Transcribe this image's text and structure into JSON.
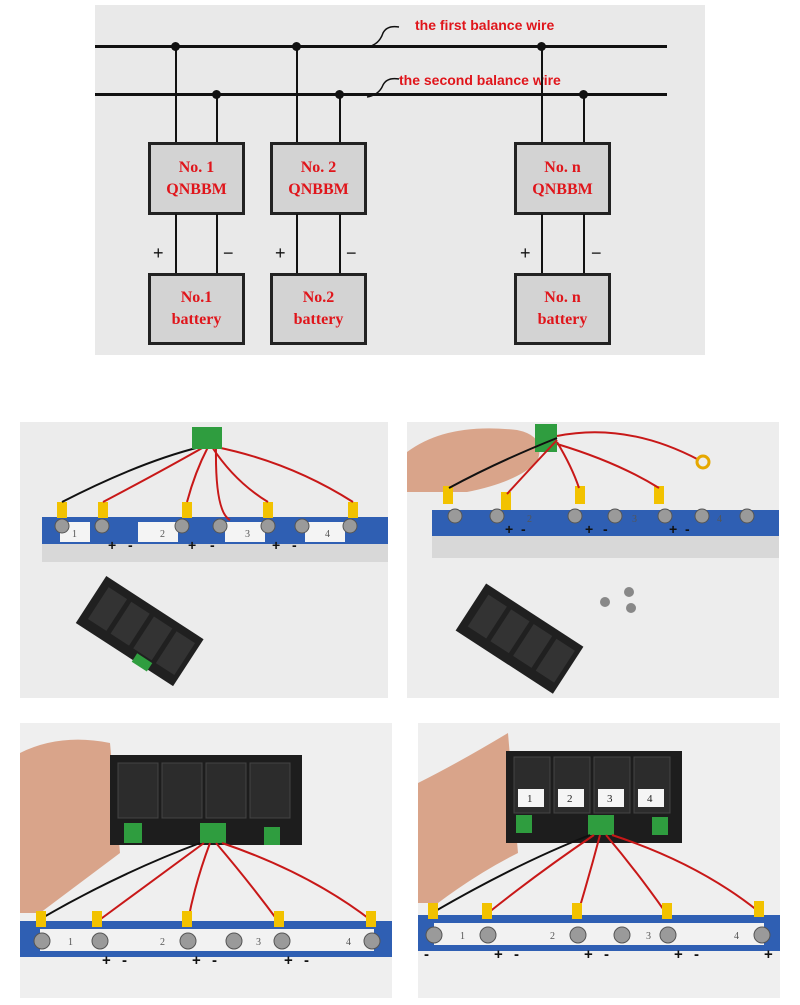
{
  "diagram": {
    "first_wire_label": "the first balance wire",
    "second_wire_label": "the second balance wire",
    "modules": [
      {
        "line1": "No. 1",
        "line2": "QNBBM"
      },
      {
        "line1": "No. 2",
        "line2": "QNBBM"
      },
      {
        "line1": "No. n",
        "line2": "QNBBM"
      }
    ],
    "batteries": [
      {
        "line1": "No.1",
        "line2": "battery"
      },
      {
        "line1": "No.2",
        "line2": "battery"
      },
      {
        "line1": "No. n",
        "line2": "battery"
      }
    ],
    "plus": "+",
    "minus": "−"
  },
  "photos": {
    "cell_numbers": [
      "1",
      "2",
      "3",
      "4"
    ],
    "plus": "+",
    "minus": "-"
  },
  "colors": {
    "label_red": "#e0151b",
    "wire": "#111111",
    "box_fill": "#d3d3d3",
    "cell_blue": "#2f5fb3"
  }
}
